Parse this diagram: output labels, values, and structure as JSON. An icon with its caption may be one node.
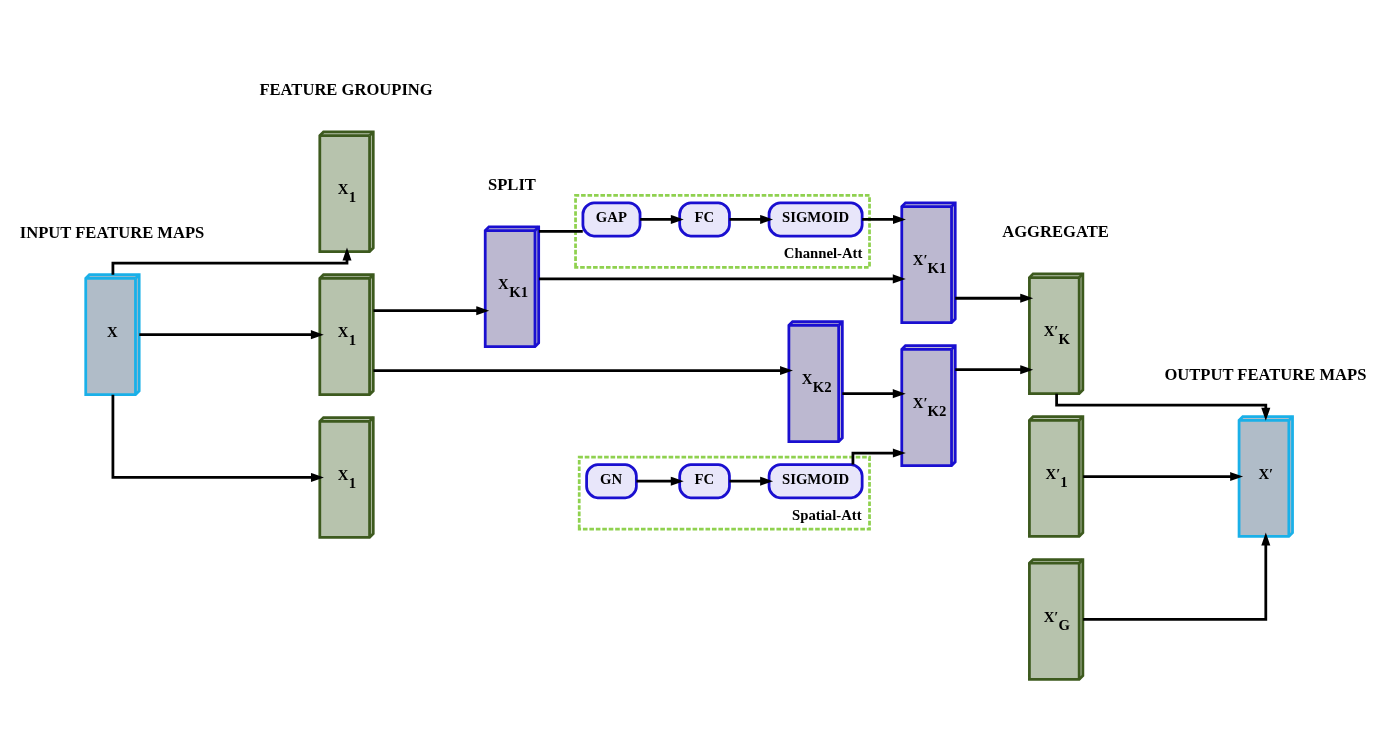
{
  "diagram": {
    "nodes": [
      {
        "text": [
          "X"
        ],
        "beside": [
          "INPUT FEATURE MAPS"
        ]
      },
      {
        "text": [
          "X$_{1}$"
        ]
      },
      {
        "text": [
          "X$_{1}$"
        ]
      },
      {
        "text": [
          "X$_{1}$"
        ]
      },
      {
        "text": [
          "X$_{K1}$"
        ]
      },
      {
        "text": [
          "X$_{K2}$"
        ]
      },
      {
        "text": [
          "Channel-Att"
        ]
      },
      {
        "text": [
          "GAP"
        ],
        "in": 6
      },
      {
        "text": [
          "FC"
        ],
        "in": 6
      },
      {
        "text": [
          "SIGMOID"
        ],
        "in": 6
      },
      {
        "text": [
          "Spatial-Att"
        ]
      },
      {
        "text": [
          "GN"
        ],
        "in": 10
      },
      {
        "text": [
          "FC"
        ],
        "in": 10
      },
      {
        "text": [
          "SIGMOID"
        ],
        "in": 10
      },
      {
        "text": [
          "X′$_{K1}$"
        ]
      },
      {
        "text": [
          "X′$_{K2}$"
        ]
      },
      {
        "text": [
          "X′$_{1}$"
        ]
      },
      {
        "text": [
          "X′$_{K}$"
        ]
      },
      {
        "text": [
          "X′$_{G}$"
        ]
      },
      {
        "text": [
          "X′"
        ],
        "beside": [
          "OUTPUT FEATURE MAPS"
        ]
      }
    ],
    "edges": [
      {
        "from": 0,
        "to": 1,
        "arrow": "to"
      },
      {
        "from": 0,
        "to": 2,
        "arrow": "to"
      },
      {
        "from": 0,
        "to": 3,
        "arrow": "to"
      },
      {
        "from": 2,
        "to": 4,
        "arrow": "to"
      },
      {
        "from": 2,
        "to": 5,
        "arrow": "to"
      },
      {
        "from": 4,
        "to": 14,
        "arrow": "to"
      },
      {
        "from": 4,
        "to": 7,
        "arrow": "none"
      },
      {
        "from": 7,
        "to": 8,
        "arrow": "to"
      },
      {
        "from": 8,
        "to": 9,
        "arrow": "to"
      },
      {
        "from": 9,
        "to": 14,
        "arrow": "to"
      },
      {
        "from": 5,
        "to": 15,
        "arrow": "to"
      },
      {
        "from": 11,
        "to": 12,
        "arrow": "to"
      },
      {
        "from": 12,
        "to": 13,
        "arrow": "to"
      },
      {
        "from": 13,
        "to": 15,
        "arrow": "to"
      },
      {
        "from": 14,
        "to": 17,
        "arrow": "to"
      },
      {
        "from": 15,
        "to": 17,
        "arrow": "to"
      },
      {
        "from": 16,
        "to": 19,
        "arrow": "to"
      },
      {
        "from": 17,
        "to": 19,
        "arrow": "to"
      },
      {
        "from": 18,
        "to": 19,
        "arrow": "to"
      }
    ],
    "labels": [
      "FEATURE GROUPING",
      "SPLIT",
      "AGGREGATE"
    ]
  }
}
